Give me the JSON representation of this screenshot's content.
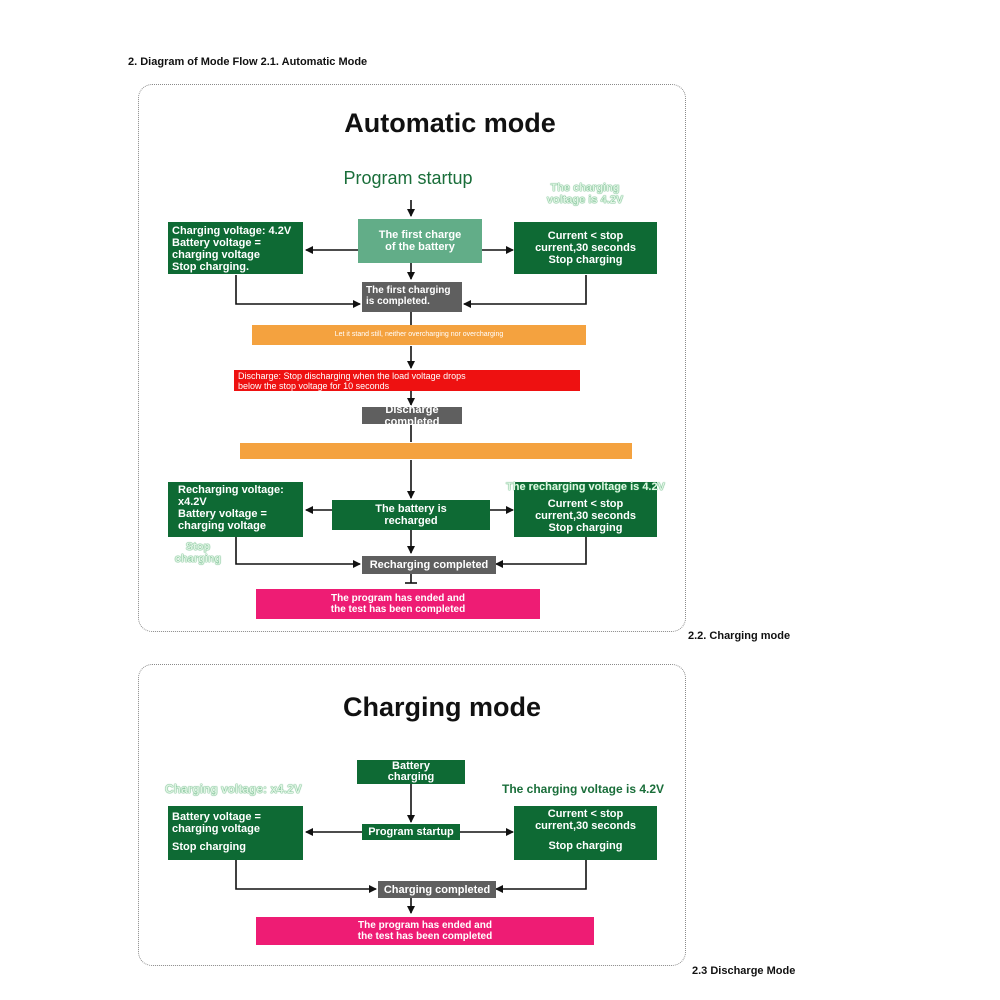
{
  "headings": {
    "section": "2. Diagram of Mode Flow 2.1. Automatic Mode",
    "charging": "2.2. Charging mode",
    "discharge": "2.3 Discharge Mode"
  },
  "automatic": {
    "title": "Automatic mode",
    "program_startup": "Program startup",
    "top_right_label": "The charging\nvoltage is 4.2V",
    "first_charge": "The first charge\nof the battery",
    "left_box": "Charging voltage: 4.2V\nBattery voltage =\ncharging voltage\nStop charging.",
    "right_box": "Current < stop\ncurrent,30 seconds\nStop charging",
    "first_completed": "The first charging\nis completed.",
    "stand_still": "Let it stand still, neither overcharging nor overcharging",
    "discharge": "Discharge: Stop discharging when the load voltage drops\nbelow the stop voltage for 10 seconds",
    "discharge_completed": "Discharge completed",
    "recharged": "The battery is\nrecharged",
    "left_box2": "Recharging voltage:\nx4.2V\nBattery voltage =\ncharging voltage",
    "stop_charging_label": "Stop\ncharging",
    "right_box2_label": "The recharging voltage is 4.2V",
    "right_box2": "Current < stop\ncurrent,30 seconds\nStop charging",
    "recharging_completed": "Recharging completed",
    "program_ended": "The program has ended and\nthe test has been completed"
  },
  "charging": {
    "title": "Charging mode",
    "battery_charging": "Battery\ncharging",
    "left_label": "Charging voltage: x4.2V",
    "right_label": "The charging voltage is 4.2V",
    "left_box_a": "Battery voltage =\ncharging voltage",
    "left_box_b": "Stop charging",
    "program_startup": "Program startup",
    "right_box_a": "Current < stop\ncurrent,30 seconds",
    "right_box_b": "Stop charging",
    "charging_completed": "Charging completed",
    "program_ended": "The program has ended and\nthe test has been completed"
  },
  "colors": {
    "dark_green": "#0e6a34",
    "light_green": "#62ad88",
    "gray": "#5f5f5f",
    "orange": "#f4a23f",
    "red": "#ee1111",
    "pink": "#ee1c74"
  }
}
